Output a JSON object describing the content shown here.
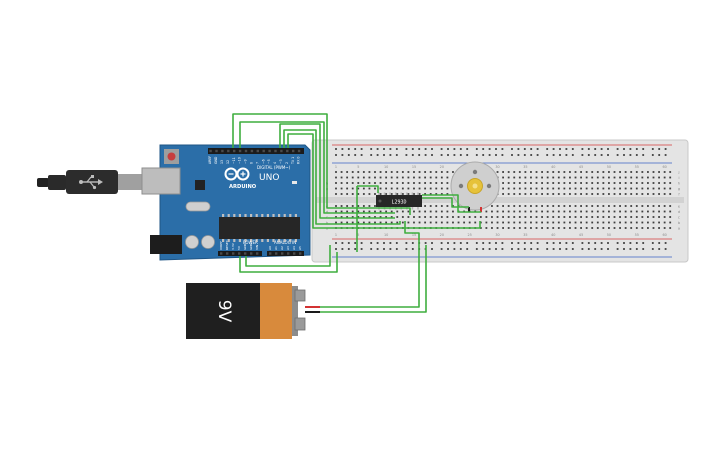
{
  "arduino": {
    "brand": "ARDUINO",
    "model": "UNO",
    "digital_header": "DIGITAL (PWM~)",
    "power_header": "POWER",
    "analog_header": "ANALOG IN",
    "digital_pins": [
      "AREF",
      "GND",
      "13",
      "12",
      "~11",
      "~10",
      "~9",
      "8",
      "7",
      "~6",
      "~5",
      "4",
      "~3",
      "2",
      "TX 1",
      "RX 0"
    ],
    "power_pins": [
      "IOREF",
      "RESET",
      "3.3V",
      "5V",
      "GND",
      "GND",
      "VIN"
    ],
    "analog_pins": [
      "A0",
      "A1",
      "A2",
      "A3",
      "A4",
      "A5"
    ],
    "colors": {
      "board": "#2b6ea8",
      "header": "#1b1b1b",
      "chip": "#262626",
      "pcb_text": "#ffffff"
    }
  },
  "usb_cable": {
    "icon": "usb-icon"
  },
  "breadboard": {
    "row_labels_top": [
      "j",
      "i",
      "h",
      "g",
      "f"
    ],
    "row_labels_bottom": [
      "e",
      "d",
      "c",
      "b",
      "a"
    ],
    "column_numbers": [
      "1",
      "5",
      "10",
      "15",
      "20",
      "25",
      "30",
      "35",
      "40",
      "45",
      "50",
      "55",
      "60"
    ],
    "colors": {
      "body": "#e4e4e4",
      "hole": "#3d3d3d",
      "rail_red": "#d33c3c",
      "rail_blue": "#3b62c4"
    }
  },
  "driver_chip": {
    "label": "L293D"
  },
  "motor": {
    "icon": "dc-motor-icon",
    "colors": {
      "housing": "#cfcfcf",
      "shaft": "#e6c23a"
    }
  },
  "battery": {
    "label": "9V",
    "colors": {
      "body": "#1f1f1f",
      "band": "#d88a3c",
      "terminal": "#8c8c8c"
    }
  },
  "wires": {
    "color": "#3fae3f",
    "positive": "#d33232",
    "negative": "#1a1a1a"
  }
}
